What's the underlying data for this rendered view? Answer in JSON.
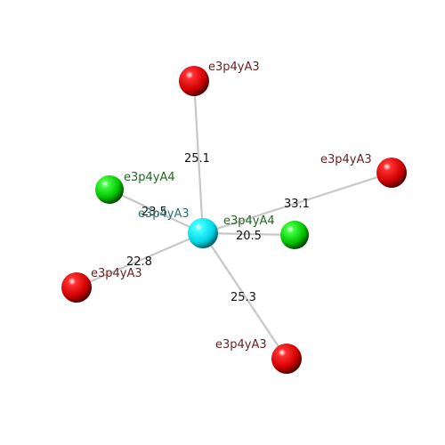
{
  "colors": {
    "background": "#ffffff",
    "center_atom": "#00e5ee",
    "red_atom": "#e00000",
    "green_atom": "#00d400",
    "red_label": "#6b1f1f",
    "green_label": "#1e6b1e",
    "center_label": "#2e6f74",
    "bond": "#c8c8c8"
  },
  "center_atom": {
    "label": "e3p4yA3",
    "color": "center_atom"
  },
  "ligands": [
    {
      "label": "e3p4yA3",
      "distance": "25.1",
      "color": "red_atom",
      "label_color": "red_label"
    },
    {
      "label": "e3p4yA3",
      "distance": "33.1",
      "color": "red_atom",
      "label_color": "red_label"
    },
    {
      "label": "e3p4yA4",
      "distance": "23.5",
      "color": "green_atom",
      "label_color": "green_label"
    },
    {
      "label": "e3p4yA4",
      "distance": "20.5",
      "color": "green_atom",
      "label_color": "green_label"
    },
    {
      "label": "e3p4yA3",
      "distance": "22.8",
      "color": "red_atom",
      "label_color": "red_label"
    },
    {
      "label": "e3p4yA3",
      "distance": "25.3",
      "color": "red_atom",
      "label_color": "red_label"
    }
  ]
}
